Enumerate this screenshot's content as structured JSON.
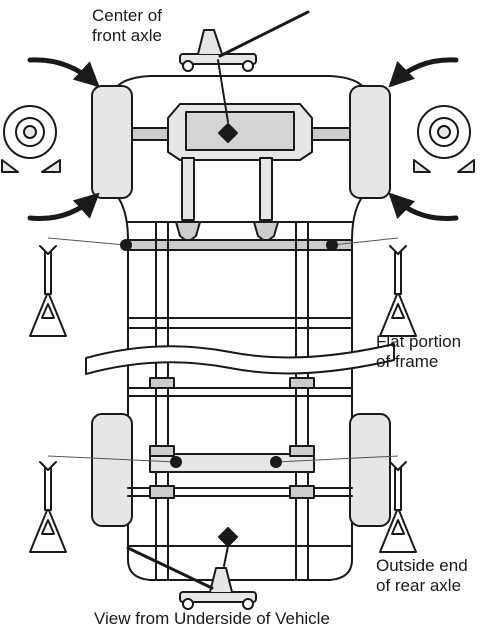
{
  "labels": {
    "center_front_axle": [
      "Center of",
      "front axle"
    ],
    "flat_portion_frame": [
      "Flat portion",
      "of frame"
    ],
    "outside_end_rear_axle": [
      "Outside end",
      "of rear axle"
    ],
    "caption": "View from Underside of Vehicle"
  },
  "colors": {
    "line": "#1a1a1a",
    "fill_light": "#e6e6e6",
    "fill_mid": "#cccccc",
    "background": "#ffffff"
  }
}
